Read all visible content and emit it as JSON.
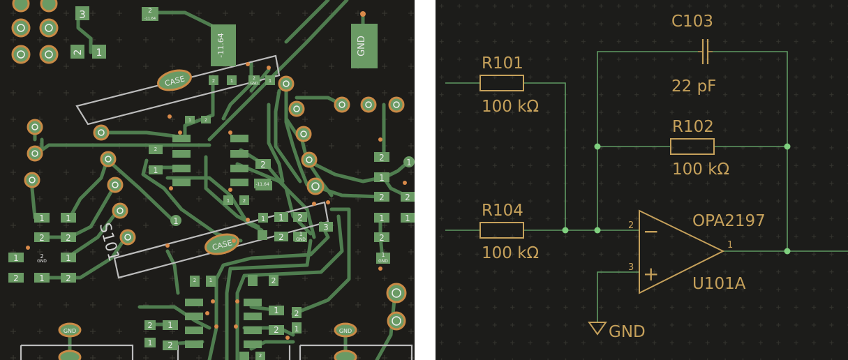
{
  "pcb": {
    "silkscreen": {
      "switch_ref": "S101",
      "case_label": "CASE",
      "gnd_label": "GND",
      "neg_voltage_label": "-11.64"
    },
    "pads": {
      "one": "1",
      "two": "2",
      "three": "3"
    }
  },
  "schematic": {
    "components": {
      "c103": {
        "ref": "C103",
        "value": "22 pF"
      },
      "r101": {
        "ref": "R101",
        "value": "100 kΩ"
      },
      "r102": {
        "ref": "R102",
        "value": "100 kΩ"
      },
      "r104": {
        "ref": "R104",
        "value": "100 kΩ"
      },
      "u101a": {
        "ref": "U101A",
        "value": "OPA2197"
      }
    },
    "pins": {
      "inverting": "2",
      "noninverting": "3",
      "output": "1"
    },
    "symbols": {
      "minus": "−",
      "plus": "+"
    },
    "ground_label": "GND"
  },
  "colors": {
    "pcb_background": "#1d1c19",
    "copper_trace": "#4f7d4f",
    "pad_fill": "#6a9a64",
    "via_ring": "#c98a46",
    "silkscreen": "#cfcfcf",
    "schematic_background": "#1c1c1a",
    "schematic_wire": "#5f9a63",
    "schematic_symbol": "#c6a15b",
    "junction": "#7fd07f"
  }
}
